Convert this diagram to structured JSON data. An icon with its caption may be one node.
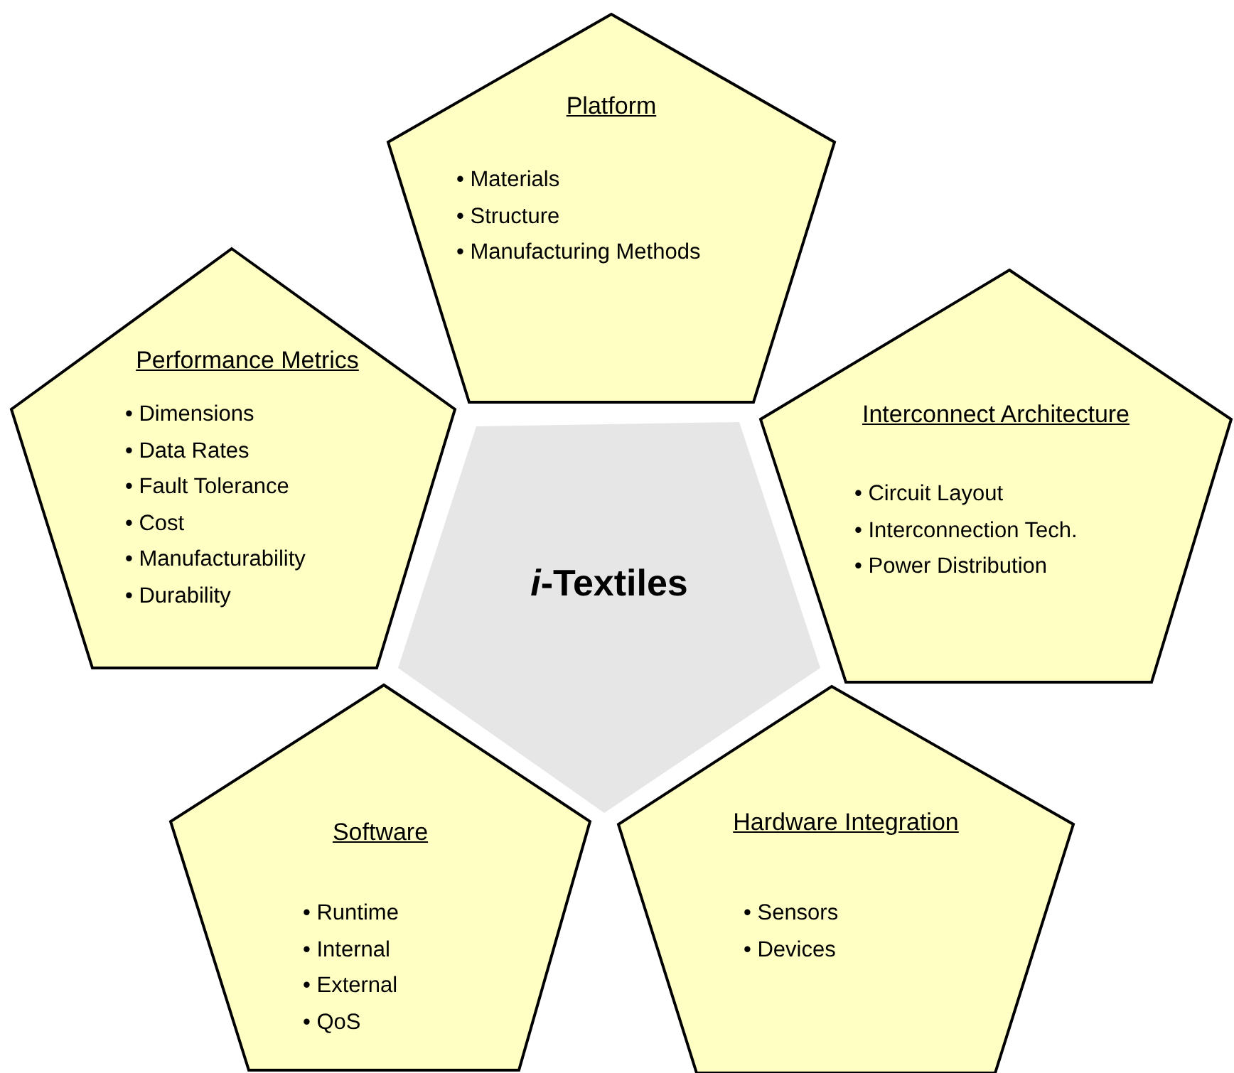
{
  "diagram": {
    "nodes": [
      {
        "text": [
          "Platform",
          "• Materials",
          "• Structure",
          "• Manufacturing Methods"
        ]
      },
      {
        "text": [
          "Performance Metrics",
          "• Dimensions",
          "• Data Rates",
          "• Fault Tolerance",
          "• Cost",
          "• Manufacturability",
          "• Durability"
        ]
      },
      {
        "text": [
          "Interconnect Architecture",
          "• Circuit Layout",
          "• Interconnection Tech.",
          "• Power Distribution"
        ]
      },
      {
        "text": [
          "*i*-Textiles"
        ]
      },
      {
        "text": [
          "Software",
          "• Runtime",
          "• Internal",
          "• External",
          "• QoS"
        ]
      },
      {
        "text": [
          "Hardware Integration",
          "• Sensors",
          "• Devices"
        ]
      }
    ],
    "edges": []
  }
}
